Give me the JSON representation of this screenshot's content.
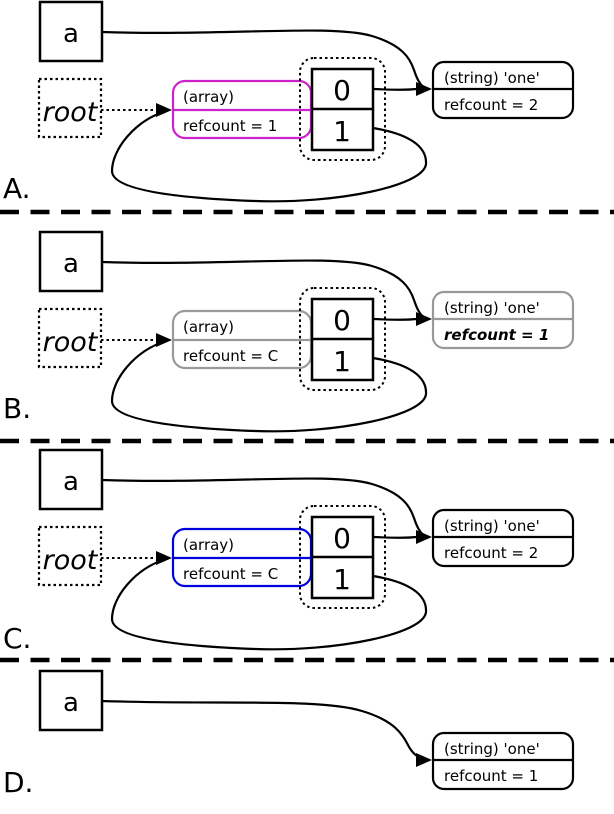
{
  "figure": {
    "panels": [
      {
        "label": "A.",
        "var_box": "a",
        "root_box": "root",
        "array_box": {
          "line1": "(array)",
          "line2": "refcount = 1",
          "color": "#cc22cc"
        },
        "cells": [
          "0",
          "1"
        ],
        "string_box": {
          "line1": "(string) 'one'",
          "line2": "refcount = 2",
          "color": "#000000"
        }
      },
      {
        "label": "B.",
        "var_box": "a",
        "root_box": "root",
        "array_box": {
          "line1": "(array)",
          "line2": "refcount = C",
          "color": "#999999"
        },
        "cells": [
          "0",
          "1"
        ],
        "string_box": {
          "line1": "(string) 'one'",
          "line2": "refcount = 1",
          "color": "#999999"
        }
      },
      {
        "label": "C.",
        "var_box": "a",
        "root_box": "root",
        "array_box": {
          "line1": "(array)",
          "line2": "refcount = C",
          "color": "#0000e0"
        },
        "cells": [
          "0",
          "1"
        ],
        "string_box": {
          "line1": "(string) 'one'",
          "line2": "refcount = 2",
          "color": "#000000"
        }
      },
      {
        "label": "D.",
        "var_box": "a",
        "string_box": {
          "line1": "(string) 'one'",
          "line2": "refcount = 1",
          "color": "#000000"
        }
      }
    ]
  }
}
